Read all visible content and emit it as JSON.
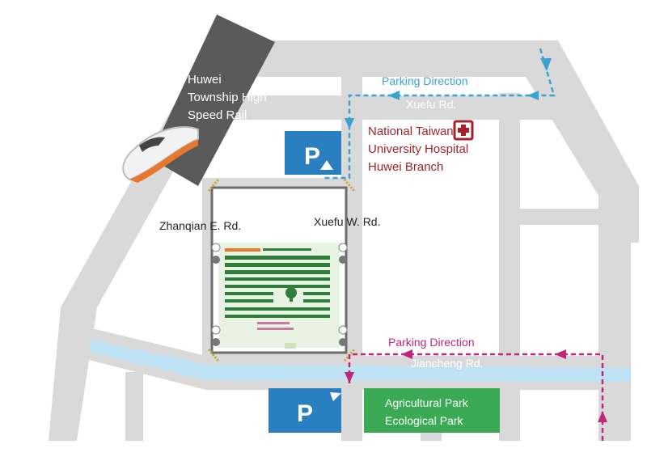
{
  "map": {
    "rail_station": {
      "lines": [
        "Huwei",
        "Township High",
        "Speed Rail"
      ]
    },
    "hospital": {
      "lines": [
        "National Taiwan",
        "University Hospital",
        "Huwei Branch"
      ]
    },
    "park": {
      "lines": [
        "Agricultural Park",
        "Ecological Park"
      ]
    },
    "roads": {
      "xuefu": "Xuefu Rd.",
      "zhanqian_e": "Zhanqian E. Rd.",
      "xuefu_w": "Xuefu W. Rd.",
      "jiancheng": "Jiancheng Rd."
    },
    "parking_direction_north": "Parking Direction",
    "parking_direction_south": "Parking Direction",
    "parking_lot_north": "P",
    "parking_lot_south": "P",
    "colors": {
      "road": "#d9d9d9",
      "rail": "#5a5a5a",
      "parking_sign": "#2a7fc1",
      "park": "#3aaa54",
      "hospital": "#a3222b",
      "route_north": "#3aa3d4",
      "route_south": "#c2267a",
      "river": "#bfe3f4"
    },
    "icons": [
      "train-icon",
      "hospital-cross-icon",
      "parking-arrow-icon",
      "restroom-icon",
      "accessible-icon",
      "tree-icon"
    ]
  }
}
